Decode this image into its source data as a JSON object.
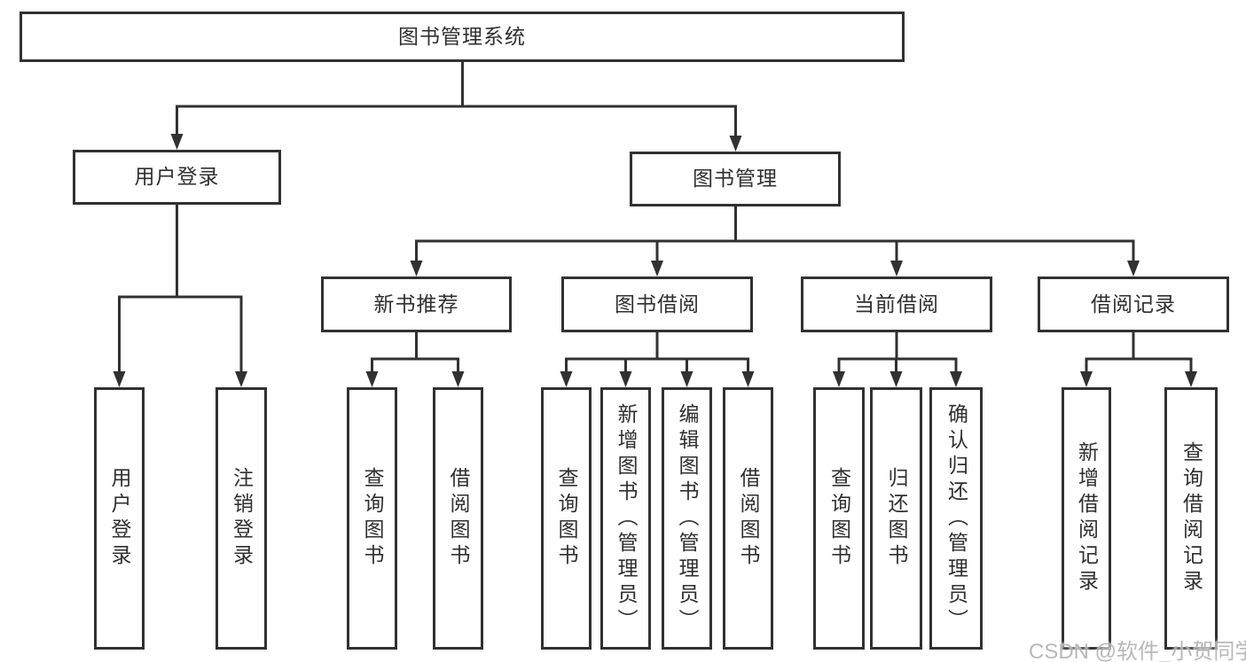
{
  "diagram": {
    "title": "图书管理系统",
    "watermark": "CSDN @软件_小贺同学",
    "colors": {
      "line": "#313131",
      "text": "#2f2f2f",
      "box_background": "#ffffff",
      "watermark": "#acacac"
    }
  },
  "nodes": [
    {
      "id": "root",
      "label": "图书管理系统",
      "level": 1,
      "parent": null
    },
    {
      "id": "user-login",
      "label": "用户登录",
      "level": 2,
      "parent": "root"
    },
    {
      "id": "book-management",
      "label": "图书管理",
      "level": 2,
      "parent": "root"
    },
    {
      "id": "new-book-recommend",
      "label": "新书推荐",
      "level": 3,
      "parent": "book-management"
    },
    {
      "id": "book-borrowing",
      "label": "图书借阅",
      "level": 3,
      "parent": "book-management"
    },
    {
      "id": "current-borrowing",
      "label": "当前借阅",
      "level": 3,
      "parent": "book-management"
    },
    {
      "id": "borrowing-records",
      "label": "借阅记录",
      "level": 3,
      "parent": "book-management"
    },
    {
      "id": "user-login-leaf",
      "label": "用户登录",
      "level": 4,
      "parent": "user-login"
    },
    {
      "id": "logout-leaf",
      "label": "注销登录",
      "level": 4,
      "parent": "user-login"
    },
    {
      "id": "query-books-recommend",
      "label": "查询图书",
      "level": 4,
      "parent": "new-book-recommend"
    },
    {
      "id": "borrow-books-recommend",
      "label": "借阅图书",
      "level": 4,
      "parent": "new-book-recommend"
    },
    {
      "id": "query-books-borrowing",
      "label": "查询图书",
      "level": 4,
      "parent": "book-borrowing"
    },
    {
      "id": "add-books-admin",
      "label": "新增图书（管理员）",
      "level": 4,
      "parent": "book-borrowing"
    },
    {
      "id": "edit-books-admin",
      "label": "编辑图书（管理员）",
      "level": 4,
      "parent": "book-borrowing"
    },
    {
      "id": "borrow-books-borrowing",
      "label": "借阅图书",
      "level": 4,
      "parent": "book-borrowing"
    },
    {
      "id": "query-books-current",
      "label": "查询图书",
      "level": 4,
      "parent": "current-borrowing"
    },
    {
      "id": "return-books",
      "label": "归还图书",
      "level": 4,
      "parent": "current-borrowing"
    },
    {
      "id": "confirm-return-admin",
      "label": "确认归还（管理员）",
      "level": 4,
      "parent": "current-borrowing"
    },
    {
      "id": "add-borrow-record",
      "label": "新增借阅记录",
      "level": 4,
      "parent": "borrowing-records"
    },
    {
      "id": "query-borrow-record",
      "label": "查询借阅记录",
      "level": 4,
      "parent": "borrowing-records"
    }
  ]
}
